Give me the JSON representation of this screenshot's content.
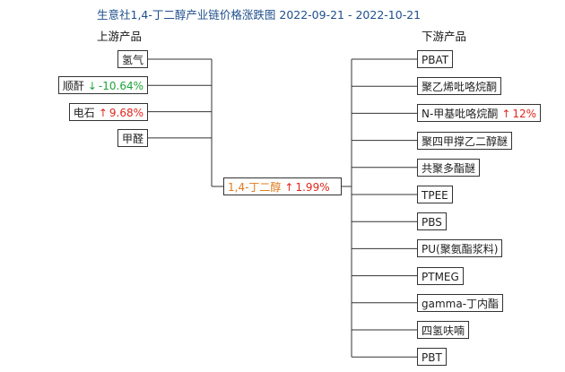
{
  "title": "生意社1,4-丁二醇产业链价格涨跌图 2022-09-21 - 2022-10-21",
  "upstream_label": "上游产品",
  "downstream_label": "下游产品",
  "colors": {
    "up": "#e0261f",
    "down": "#1ea43b",
    "center": "#e07a1c",
    "line": "#333333",
    "title": "#1f4e8c"
  },
  "center": {
    "name": "1,4-丁二醇",
    "direction": "up",
    "change": "1.99%"
  },
  "upstream": [
    {
      "name": "氢气"
    },
    {
      "name": "顺酐",
      "direction": "down",
      "change": "-10.64%"
    },
    {
      "name": "电石",
      "direction": "up",
      "change": "9.68%"
    },
    {
      "name": "甲醛"
    }
  ],
  "downstream": [
    {
      "name": "PBAT"
    },
    {
      "name": "聚乙烯吡咯烷酮"
    },
    {
      "name": "N-甲基吡咯烷酮",
      "direction": "up",
      "change": "12%"
    },
    {
      "name": "聚四甲撑乙二醇醚"
    },
    {
      "name": "共聚多酯醚"
    },
    {
      "name": "TPEE"
    },
    {
      "name": "PBS"
    },
    {
      "name": "PU(聚氨酯浆料)"
    },
    {
      "name": "PTMEG"
    },
    {
      "name": "gamma-丁内酯"
    },
    {
      "name": "四氢呋喃"
    },
    {
      "name": "PBT"
    }
  ]
}
